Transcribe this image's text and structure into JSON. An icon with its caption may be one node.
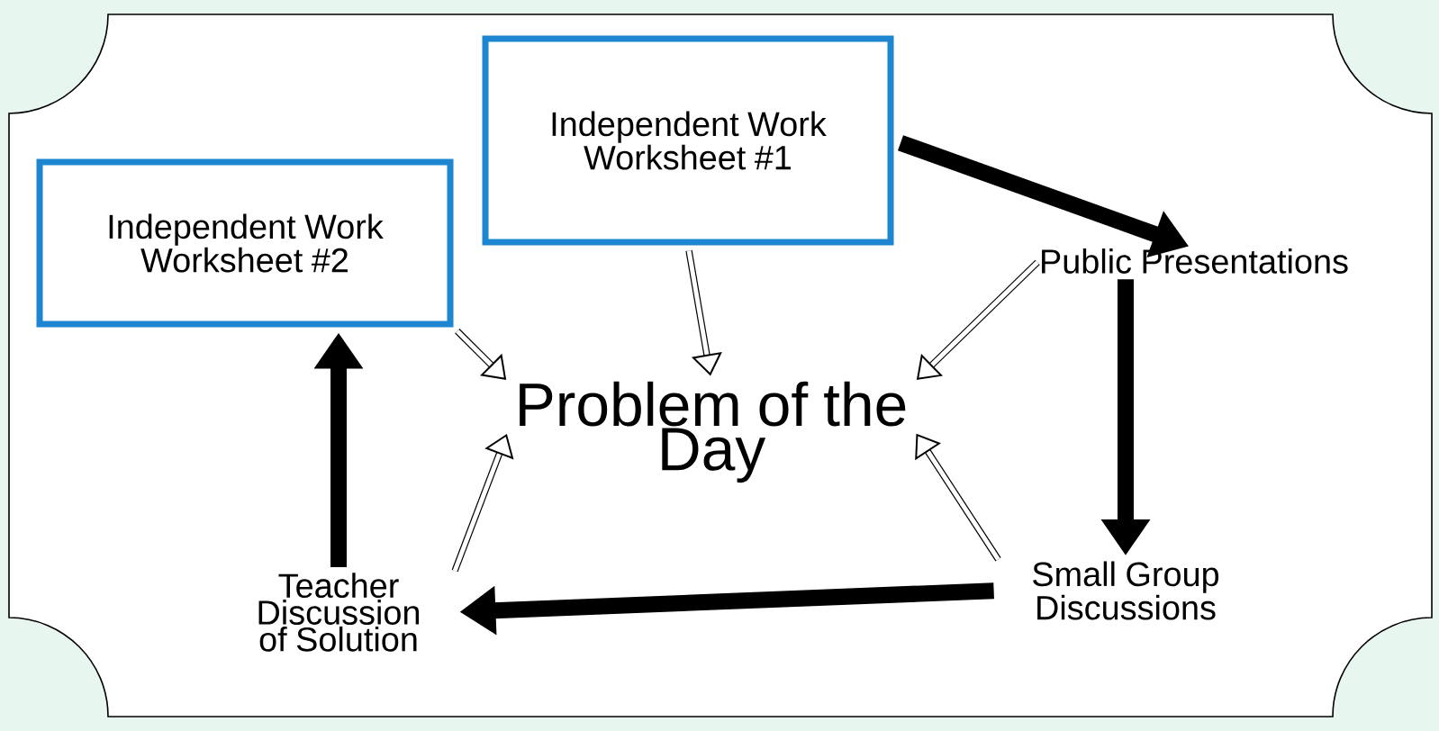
{
  "diagram": {
    "nodes": [
      {
        "text": [
          "Problem of the Day"
        ]
      },
      {
        "text": [
          "Independent Work Worksheet #1"
        ]
      },
      {
        "text": [
          "Public Presentations"
        ]
      },
      {
        "text": [
          "Small Group Discussions"
        ]
      },
      {
        "text": [
          "Teacher Discussion of Solution"
        ]
      },
      {
        "text": [
          "Independent Work Worksheet #2"
        ]
      }
    ],
    "edges": [
      {
        "from": 1,
        "to": 2,
        "arrow": "to",
        "style": "thick"
      },
      {
        "from": 2,
        "to": 3,
        "arrow": "to",
        "style": "thick"
      },
      {
        "from": 3,
        "to": 4,
        "arrow": "to",
        "style": "thick"
      },
      {
        "from": 4,
        "to": 5,
        "arrow": "to",
        "style": "thick"
      },
      {
        "from": 1,
        "to": 0,
        "arrow": "to"
      },
      {
        "from": 2,
        "to": 0,
        "arrow": "to"
      },
      {
        "from": 3,
        "to": 0,
        "arrow": "to"
      },
      {
        "from": 4,
        "to": 0,
        "arrow": "to"
      },
      {
        "from": 5,
        "to": 0,
        "arrow": "to"
      }
    ]
  }
}
